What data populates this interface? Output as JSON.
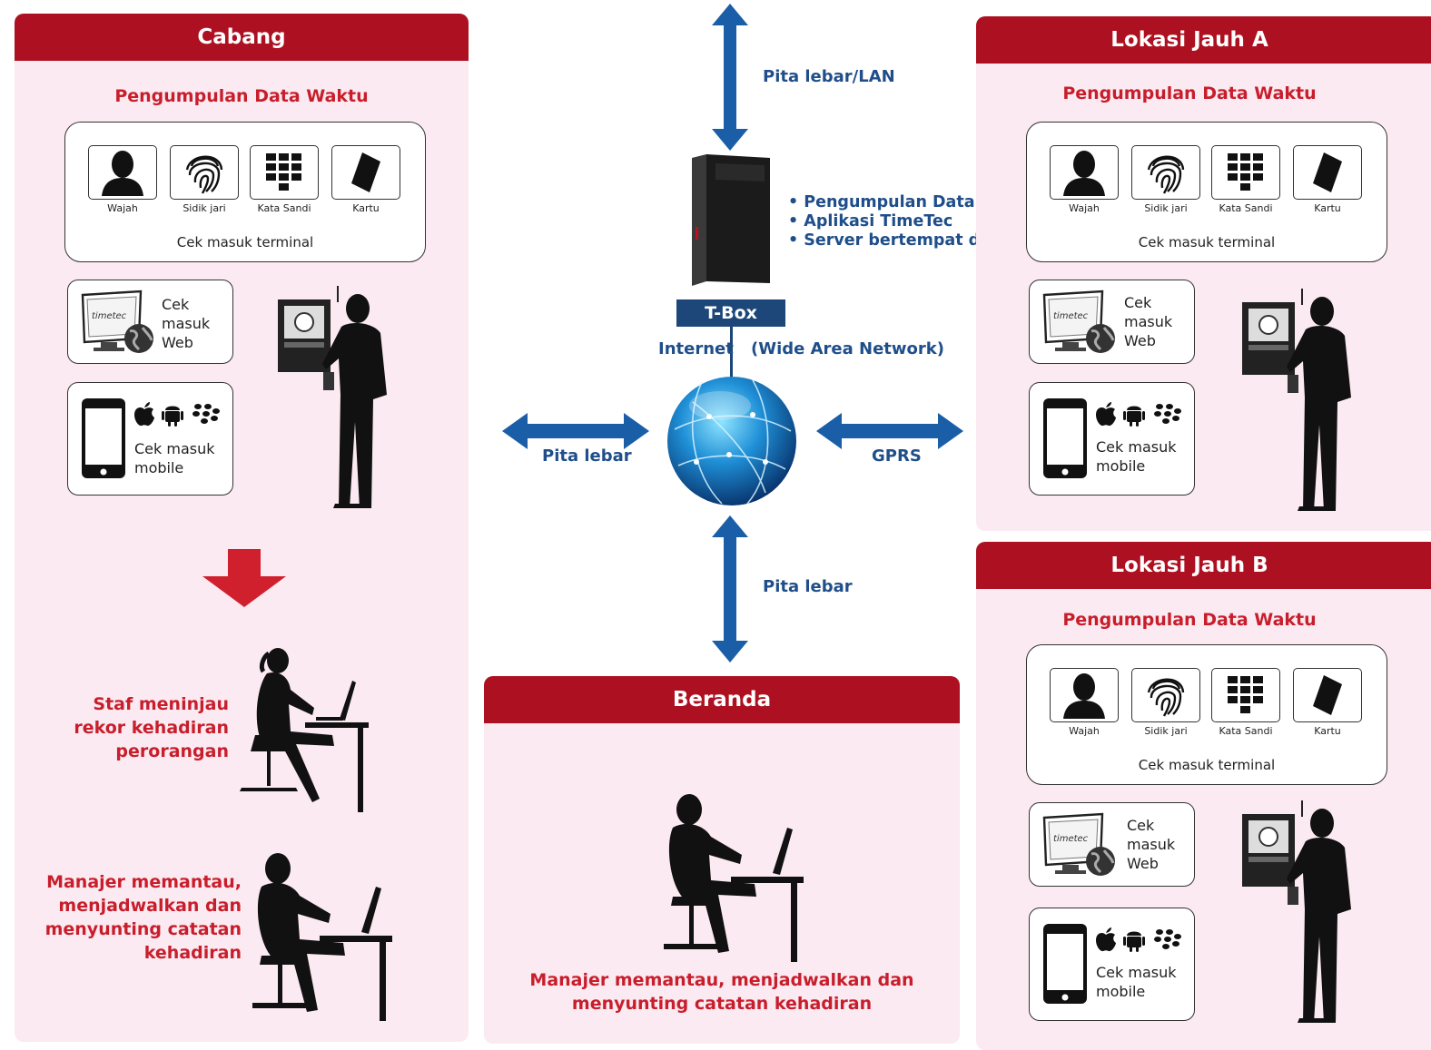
{
  "colors": {
    "header_red": "#ad1020",
    "accent_red": "#c81e2c",
    "panel_pink": "#fbeaf1",
    "navy": "#1d4779",
    "arrow_blue": "#1a5ea8"
  },
  "cabang": {
    "title": "Cabang",
    "subtitle": "Pengumpulan Data Waktu",
    "methods": [
      "Wajah",
      "Sidik jari",
      "Kata Sandi",
      "Kartu"
    ],
    "terminal_caption": "Cek masuk terminal",
    "web_label": "Cek\nmasuk\nWeb",
    "mobile_label": "Cek masuk\nmobile",
    "staff_text": "Staf meninjau\nrekor kehadiran\nperorangan",
    "manager_text": "Manajer memantau,\nmenjadwalkan dan\nmenyunting catatan\nkehadiran"
  },
  "lokasi_a": {
    "title": "Lokasi Jauh A",
    "subtitle": "Pengumpulan Data Waktu",
    "methods": [
      "Wajah",
      "Sidik jari",
      "Kata Sandi",
      "Kartu"
    ],
    "terminal_caption": "Cek masuk terminal",
    "web_label": "Cek\nmasuk\nWeb",
    "mobile_label": "Cek masuk\nmobile"
  },
  "lokasi_b": {
    "title": "Lokasi Jauh B",
    "subtitle": "Pengumpulan Data Waktu",
    "methods": [
      "Wajah",
      "Sidik jari",
      "Kata Sandi",
      "Kartu"
    ],
    "terminal_caption": "Cek masuk terminal",
    "web_label": "Cek\nmasuk\nWeb",
    "mobile_label": "Cek masuk\nmobile"
  },
  "beranda": {
    "title": "Beranda",
    "manager_text": "Manajer memantau, menjadwalkan dan\nmenyunting catatan kehadiran"
  },
  "center": {
    "top_link": "Pita lebar/LAN",
    "tbox_label": "T-Box",
    "bullets": [
      "Pengumpulan Data",
      "Aplikasi TimeTec",
      "Server bertempat di Kantor Pusat/Pusat Data"
    ],
    "internet": "Internet",
    "wan": "(Wide Area Network)",
    "left_link": "Pita lebar",
    "right_link": "GPRS",
    "bottom_link": "Pita lebar"
  }
}
